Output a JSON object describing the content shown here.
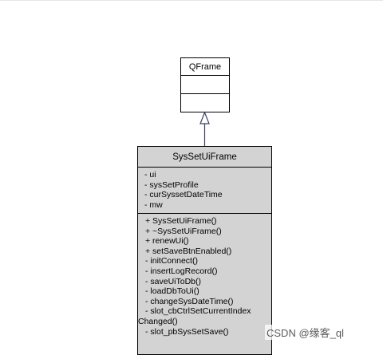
{
  "parent_class": {
    "name": "QFrame"
  },
  "child_class": {
    "name": "SysSetUiFrame",
    "attributes": [
      "- ui",
      "- sysSetProfile",
      "- curSyssetDateTime",
      "- mw"
    ],
    "operations": [
      "+ SysSetUiFrame()",
      "+ ~SysSetUiFrame()",
      "+ renewUi()",
      "+ setSaveBtnEnabled()",
      "- initConnect()",
      "- insertLogRecord()",
      "- saveUiToDb()",
      "- loadDbToUi()",
      "- changeSysDateTime()",
      "- slot_cbCtrlSetCurrentIndex",
      "Changed()",
      "- slot_pbSysSetSave()"
    ]
  },
  "relationship": "inheritance",
  "colors": {
    "arrow": "#3d3d6b",
    "class_fill": "#d3d3d3"
  },
  "watermark": "CSDN @缘客_ql"
}
